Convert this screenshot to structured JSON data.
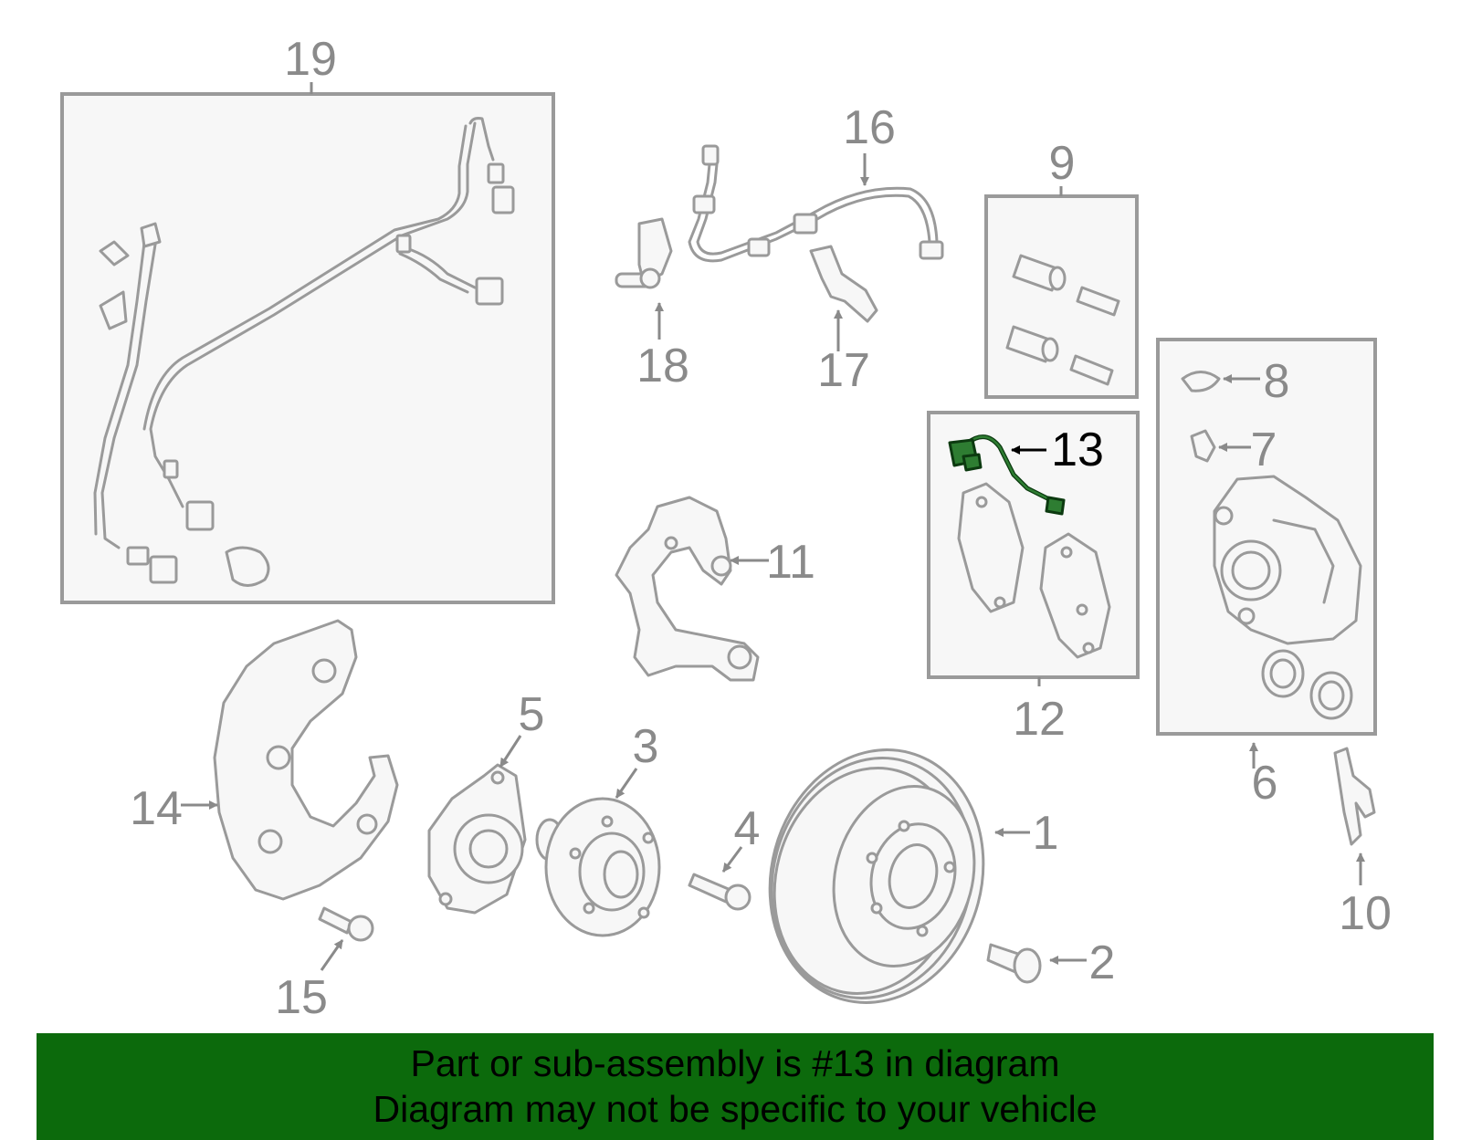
{
  "callouts": {
    "c1": "1",
    "c2": "2",
    "c3": "3",
    "c4": "4",
    "c5": "5",
    "c6": "6",
    "c7": "7",
    "c8": "8",
    "c9": "9",
    "c10": "10",
    "c11": "11",
    "c12": "12",
    "c13": "13",
    "c14": "14",
    "c15": "15",
    "c16": "16",
    "c17": "17",
    "c18": "18",
    "c19": "19"
  },
  "highlighted_part": "13",
  "colors": {
    "highlight": "#2e7d32",
    "banner": "#0c6a0c",
    "line_art": "#9a9a9a"
  },
  "banner": {
    "line1": "Part or sub-assembly is #13 in diagram",
    "line2": "Diagram may not be specific to your vehicle"
  }
}
